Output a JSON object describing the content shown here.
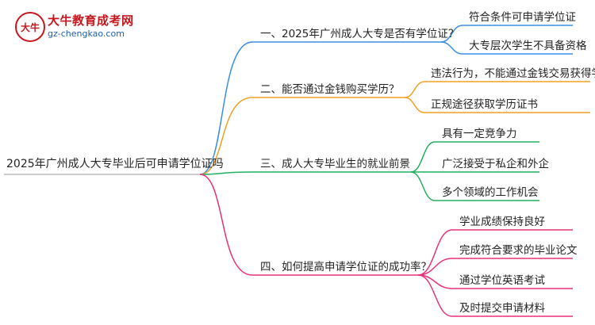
{
  "logo": {
    "name": "大牛教育成考网",
    "url": "gz-chengkao.com",
    "mark_text": "大牛"
  },
  "colors": {
    "blue": "#3a8ee6",
    "orange": "#f0a020",
    "green": "#20b060",
    "pink": "#e8307a"
  },
  "mindmap": {
    "root": "2025年广州成人大专毕业后可申请学位证吗",
    "branches": [
      {
        "label": "一、2025年广州成人大专是否有学位证？",
        "color": "blue",
        "children": [
          "符合条件可申请学位证",
          "大专层次学生不具备资格"
        ]
      },
      {
        "label": "二、能否通过金钱购买学历？",
        "color": "orange",
        "children": [
          "违法行为，不能通过金钱交易获得学历",
          "正规途径获取学历证书"
        ]
      },
      {
        "label": "三、成人大专毕业生的就业前景",
        "color": "green",
        "children": [
          "具有一定竞争力",
          "广泛接受于私企和外企",
          "多个领域的工作机会"
        ]
      },
      {
        "label": "四、如何提高申请学位证的成功率？",
        "color": "pink",
        "children": [
          "学业成绩保持良好",
          "完成符合要求的毕业论文",
          "通过学位英语考试",
          "及时提交申请材料"
        ]
      }
    ]
  }
}
